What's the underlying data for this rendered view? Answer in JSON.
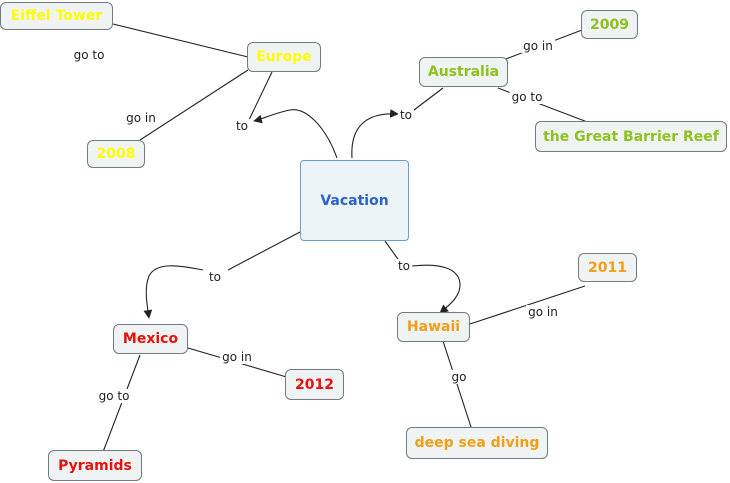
{
  "colors": {
    "europe": "#ffff00",
    "australia": "#8cc21c",
    "center": "#2a62c9",
    "mexico": "#e8110c",
    "hawaii": "#f29e16",
    "link": "#222222"
  },
  "nodes": {
    "eiffel_tower": "Eiffel Tower",
    "europe": "Europe",
    "y2008": "2008",
    "y2009": "2009",
    "australia": "Australia",
    "great_barrier_reef": "the Great Barrier Reef",
    "vacation": "Vacation",
    "y2011": "2011",
    "hawaii": "Hawaii",
    "mexico": "Mexico",
    "y2012": "2012",
    "pyramids": "Pyramids",
    "deep_sea_diving": "deep sea diving"
  },
  "links": {
    "europe_eiffel": "go to",
    "europe_2008": "go in",
    "vacation_europe": "to",
    "vacation_australia": "to",
    "australia_2009": "go in",
    "australia_reef": "go to",
    "vacation_mexico": "to",
    "vacation_hawaii": "to",
    "hawaii_2011": "go in",
    "hawaii_diving": "go",
    "mexico_2012": "go in",
    "mexico_pyramids": "go to"
  }
}
